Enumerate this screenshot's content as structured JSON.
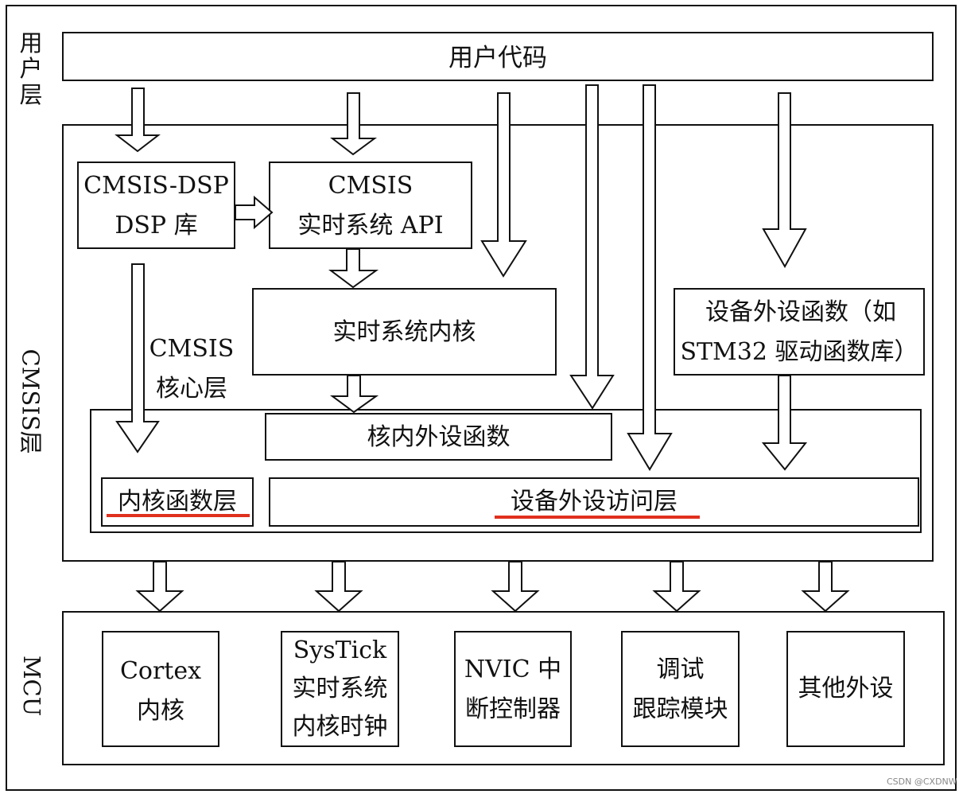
{
  "layers": {
    "user_layer": "用户层",
    "cmsis_layer": "CMSIS层",
    "mcu_layer": "MCU"
  },
  "boxes": {
    "user_code": "用户代码",
    "cmsis_dsp_line1": "CMSIS-DSP",
    "cmsis_dsp_line2": "DSP 库",
    "cmsis_rtos_line1": "CMSIS",
    "cmsis_rtos_line2": "实时系统 API",
    "rtos_kernel": "实时系统内核",
    "cmsis_core_line1": "CMSIS",
    "cmsis_core_line2": "核心层",
    "device_periph_func_line1": "设备外设函数（如",
    "device_periph_func_line2": "STM32 驱动函数库）",
    "core_periph_func": "核内外设函数",
    "core_func_layer": "内核函数层",
    "device_periph_access": "设备外设访问层"
  },
  "mcu": {
    "cortex_line1": "Cortex",
    "cortex_line2": "内核",
    "systick_line1": "SysTick",
    "systick_line2": "实时系统",
    "systick_line3": "内核时钟",
    "nvic_line1": "NVIC 中",
    "nvic_line2": "断控制器",
    "debug_line1": "调试",
    "debug_line2": "跟踪模块",
    "other_periph": "其他外设"
  },
  "watermark": "CSDN @CXDNW",
  "colors": {
    "underline": "#e0301e",
    "line": "#111111"
  }
}
